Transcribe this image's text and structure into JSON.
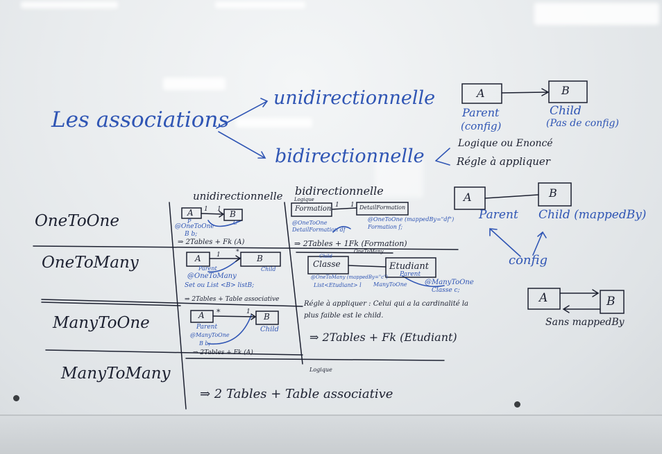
{
  "heading": {
    "title": "Les associations",
    "uni": "unidirectionnelle",
    "bi": "bidirectionnelle",
    "bi_notes": [
      "Logique ou Enoncé",
      "Régle à appliquer"
    ]
  },
  "top_diagram": {
    "box_a": "A",
    "box_b": "B",
    "parent": "Parent",
    "parent_note": "(config)",
    "child": "Child",
    "child_note": "(Pas de config)"
  },
  "table": {
    "col_uni": "unidirectionnelle",
    "col_bi": "bidirectionnelle",
    "rows": [
      "OneToOne",
      "OneToMany",
      "ManyToOne",
      "ManyToMany"
    ],
    "o2o_uni": {
      "a": "A",
      "b": "B",
      "m1": "1",
      "m2": "1",
      "ann": "@OneToOne",
      "field": "B b;",
      "p": "P",
      "c": "C",
      "result": "⇒ 2Tables + Fk (A)"
    },
    "o2o_bi": {
      "logique": "Logique",
      "left": "Formation",
      "right": "DetailFormation",
      "m1": "1",
      "m2": "1",
      "ann_l": "@OneToOne",
      "field_l": "DetailFormation df",
      "ann_r": "@OneToOne (mappedBy=\"df\")",
      "field_r": "Formation f;",
      "result": "⇒ 2Tables + 1Fk (Formation)"
    },
    "o2m_uni": {
      "a": "A",
      "b": "B",
      "m1": "1",
      "m2": "*",
      "parent": "Parent",
      "child": "Child",
      "ann": "@OneToMany",
      "field": "Set ou List <B> listB;",
      "result": "⇒ 2Tables + Table associative"
    },
    "o2m_bi": {
      "left": "Classe",
      "right": "Etudiant",
      "child": "Child",
      "parent": "Parent",
      "ann_l": "@OneToMany (mappedBy=\"c\")",
      "field_l": "List<Etudiant> l",
      "ann_r": "@ManyToOne",
      "field_r": "Classe c;",
      "top": "OneToMany",
      "mid": "ManyToOne",
      "rule": "Régle à appliquer : Celui qui a la cardinalité la plus faible est le child.",
      "result": "⇒ 2Tables + Fk (Etudiant)"
    },
    "m2o_uni": {
      "a": "A",
      "b": "B",
      "m1": "*",
      "m2": "1",
      "parent": "Parent",
      "child": "Child",
      "ann": "@ManyToOne",
      "field": "B b;",
      "result": "⇒ 2Tables + Fk (A)"
    },
    "m2m": {
      "logique": "Logique",
      "result": "⇒ 2 Tables + Table associative"
    }
  },
  "right_diagram": {
    "box_a": "A",
    "box_b": "B",
    "parent": "Parent",
    "child": "Child (mappedBy)",
    "config": "config",
    "cycle_a": "A",
    "cycle_b": "B",
    "sans": "Sans mappedBy"
  }
}
